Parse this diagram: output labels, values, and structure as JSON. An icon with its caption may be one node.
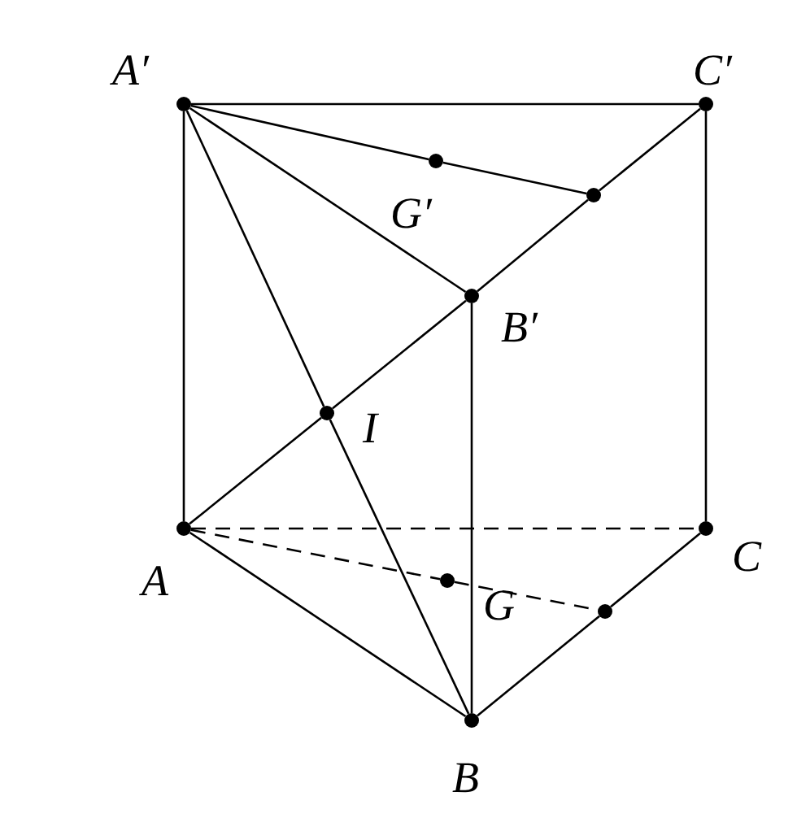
{
  "diagram": {
    "nodes": [
      {
        "text": [
          "A′"
        ]
      },
      {
        "text": [
          "C′"
        ]
      },
      {
        "text": [
          "G′"
        ]
      },
      {
        "text": [],
        "shape": "circle"
      },
      {
        "text": [
          "B′"
        ]
      },
      {
        "text": [
          "I"
        ]
      },
      {
        "text": [
          "A"
        ]
      },
      {
        "text": [
          "G"
        ]
      },
      {
        "text": [
          "C"
        ]
      },
      {
        "text": [],
        "shape": "circle"
      },
      {
        "text": [
          "B"
        ]
      }
    ],
    "edges": [
      {
        "from": 0,
        "to": 1,
        "arrow": "none"
      },
      {
        "from": 0,
        "to": 2,
        "arrow": "none"
      },
      {
        "from": 2,
        "to": 3,
        "arrow": "none"
      },
      {
        "from": 0,
        "to": 4,
        "arrow": "none"
      },
      {
        "from": 4,
        "to": 3,
        "arrow": "none"
      },
      {
        "from": 3,
        "to": 1,
        "arrow": "none"
      },
      {
        "from": 0,
        "to": 6,
        "arrow": "none"
      },
      {
        "from": 0,
        "to": 5,
        "arrow": "none"
      },
      {
        "from": 5,
        "to": 10,
        "arrow": "none"
      },
      {
        "from": 6,
        "to": 5,
        "arrow": "none"
      },
      {
        "from": 5,
        "to": 4,
        "arrow": "none"
      },
      {
        "from": 4,
        "to": 10,
        "arrow": "none"
      },
      {
        "from": 1,
        "to": 8,
        "arrow": "none"
      },
      {
        "from": 6,
        "to": 8,
        "arrow": "none",
        "style": "dashed"
      },
      {
        "from": 6,
        "to": 7,
        "arrow": "none",
        "style": "dashed"
      },
      {
        "from": 7,
        "to": 9,
        "arrow": "none",
        "style": "dashed"
      },
      {
        "from": 6,
        "to": 10,
        "arrow": "none"
      },
      {
        "from": 10,
        "to": 9,
        "arrow": "none"
      },
      {
        "from": 9,
        "to": 8,
        "arrow": "none"
      }
    ]
  }
}
